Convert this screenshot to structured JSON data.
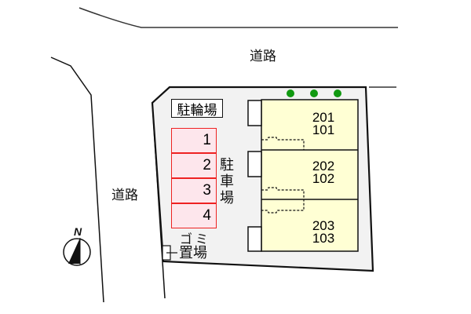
{
  "diagram": {
    "type": "site-plan",
    "colors": {
      "lot_fill": "#f2f2f2",
      "building_fill": "#ffffd4",
      "parking_fill": "#fde6ec",
      "parking_border": "#ee2222",
      "tree": "#119911",
      "line": "#111111"
    },
    "roads": [
      {
        "id": "north-road",
        "label": "道路"
      },
      {
        "id": "west-road",
        "label": "道路"
      }
    ],
    "bicycle_parking": {
      "label": "駐輪場"
    },
    "parking": {
      "label": "駐車場",
      "slots": [
        {
          "number": "1"
        },
        {
          "number": "2"
        },
        {
          "number": "3"
        },
        {
          "number": "4"
        }
      ]
    },
    "garbage": {
      "label_line1": "ゴミ",
      "label_line2": "置場"
    },
    "building": {
      "units": [
        {
          "upper": "201",
          "lower": "101"
        },
        {
          "upper": "202",
          "lower": "102"
        },
        {
          "upper": "203",
          "lower": "103"
        }
      ]
    },
    "trees": 3,
    "compass": {
      "label": "N",
      "icon": "north-arrow-icon"
    }
  }
}
